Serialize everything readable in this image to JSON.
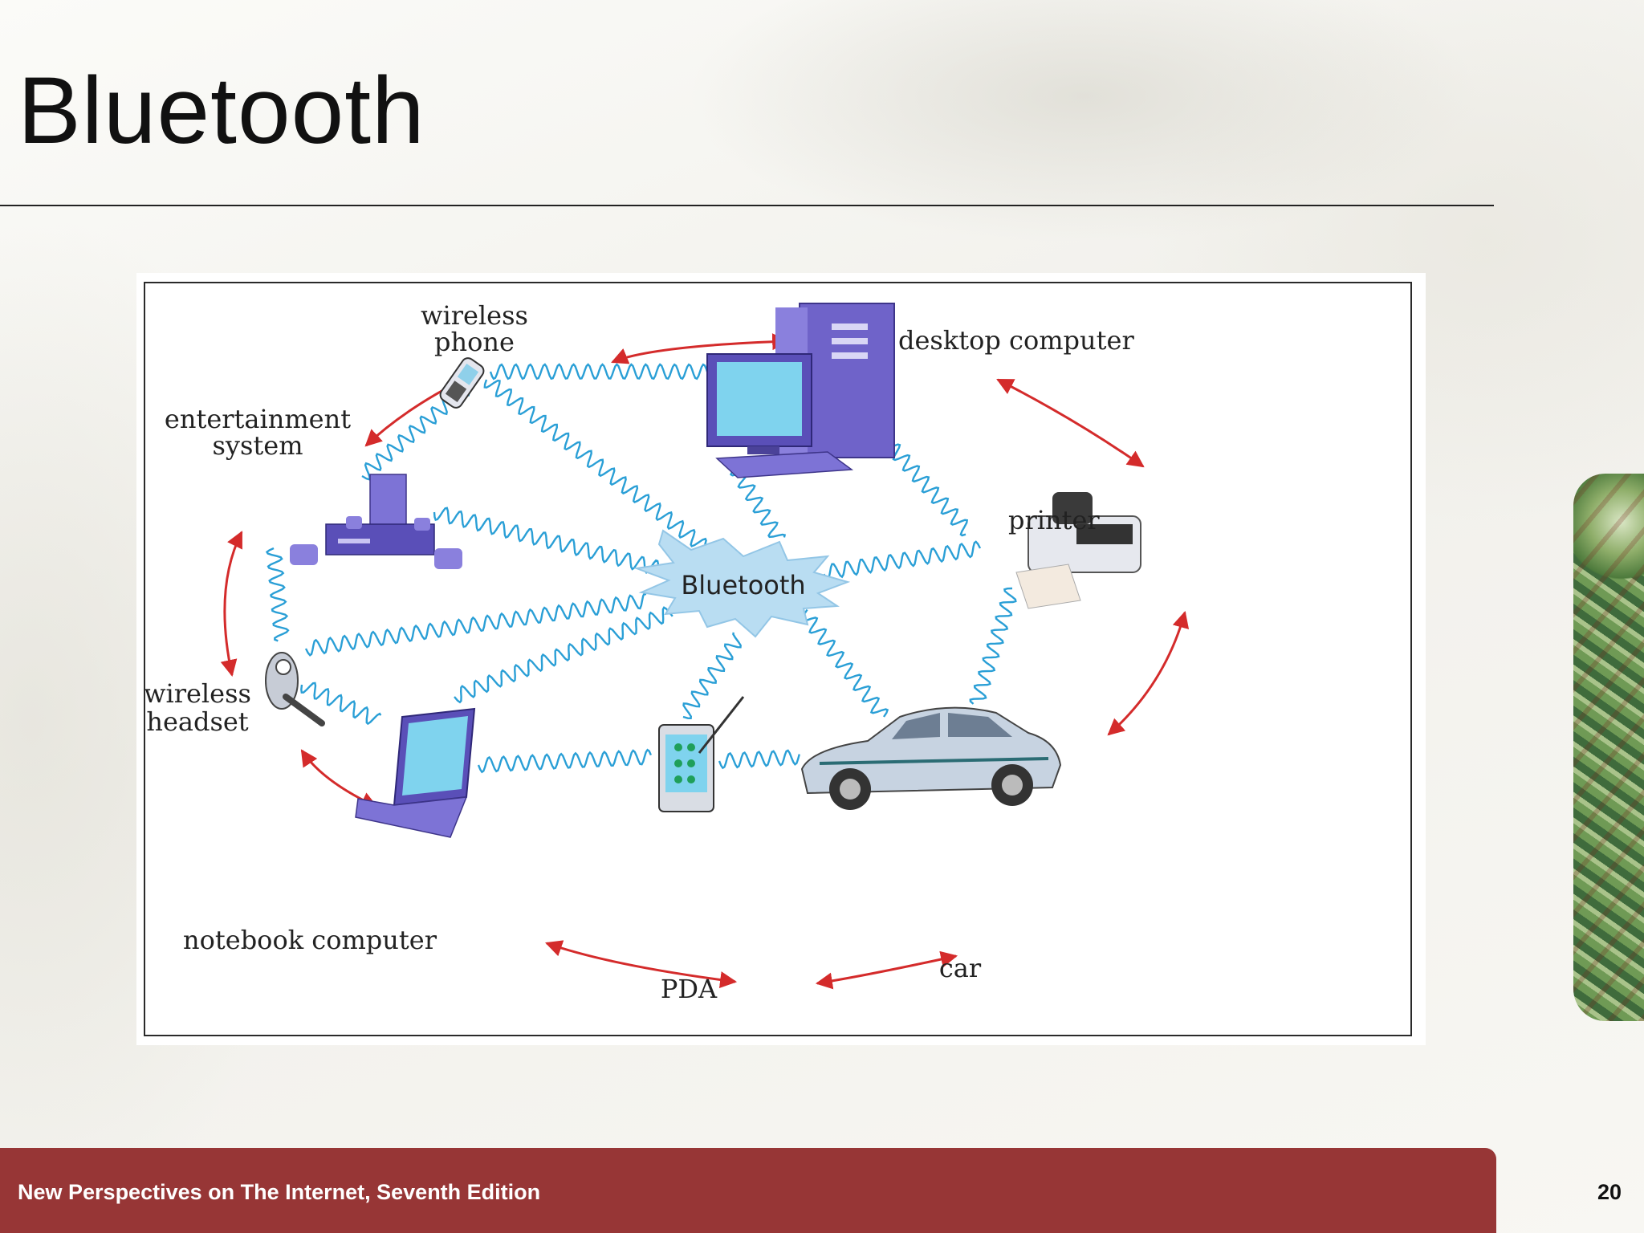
{
  "slide": {
    "title": "Bluetooth",
    "footer": "New Perspectives on The Internet, Seventh Edition",
    "page_number": "20"
  },
  "diagram": {
    "hub_label": "Bluetooth",
    "devices": {
      "wireless_phone": [
        "wireless",
        "phone"
      ],
      "desktop_computer": "desktop computer",
      "entertainment_system": [
        "entertainment",
        "system"
      ],
      "printer": "printer",
      "wireless_headset": [
        "wireless",
        "headset"
      ],
      "notebook_computer": "notebook computer",
      "pda": "PDA",
      "car": "car"
    }
  },
  "colors": {
    "footer_bar": "#973636",
    "wave": "#2a9fd6",
    "arrow": "#d42b2b",
    "hub": "#b9ddf2",
    "device_purple": "#6f63c9"
  }
}
